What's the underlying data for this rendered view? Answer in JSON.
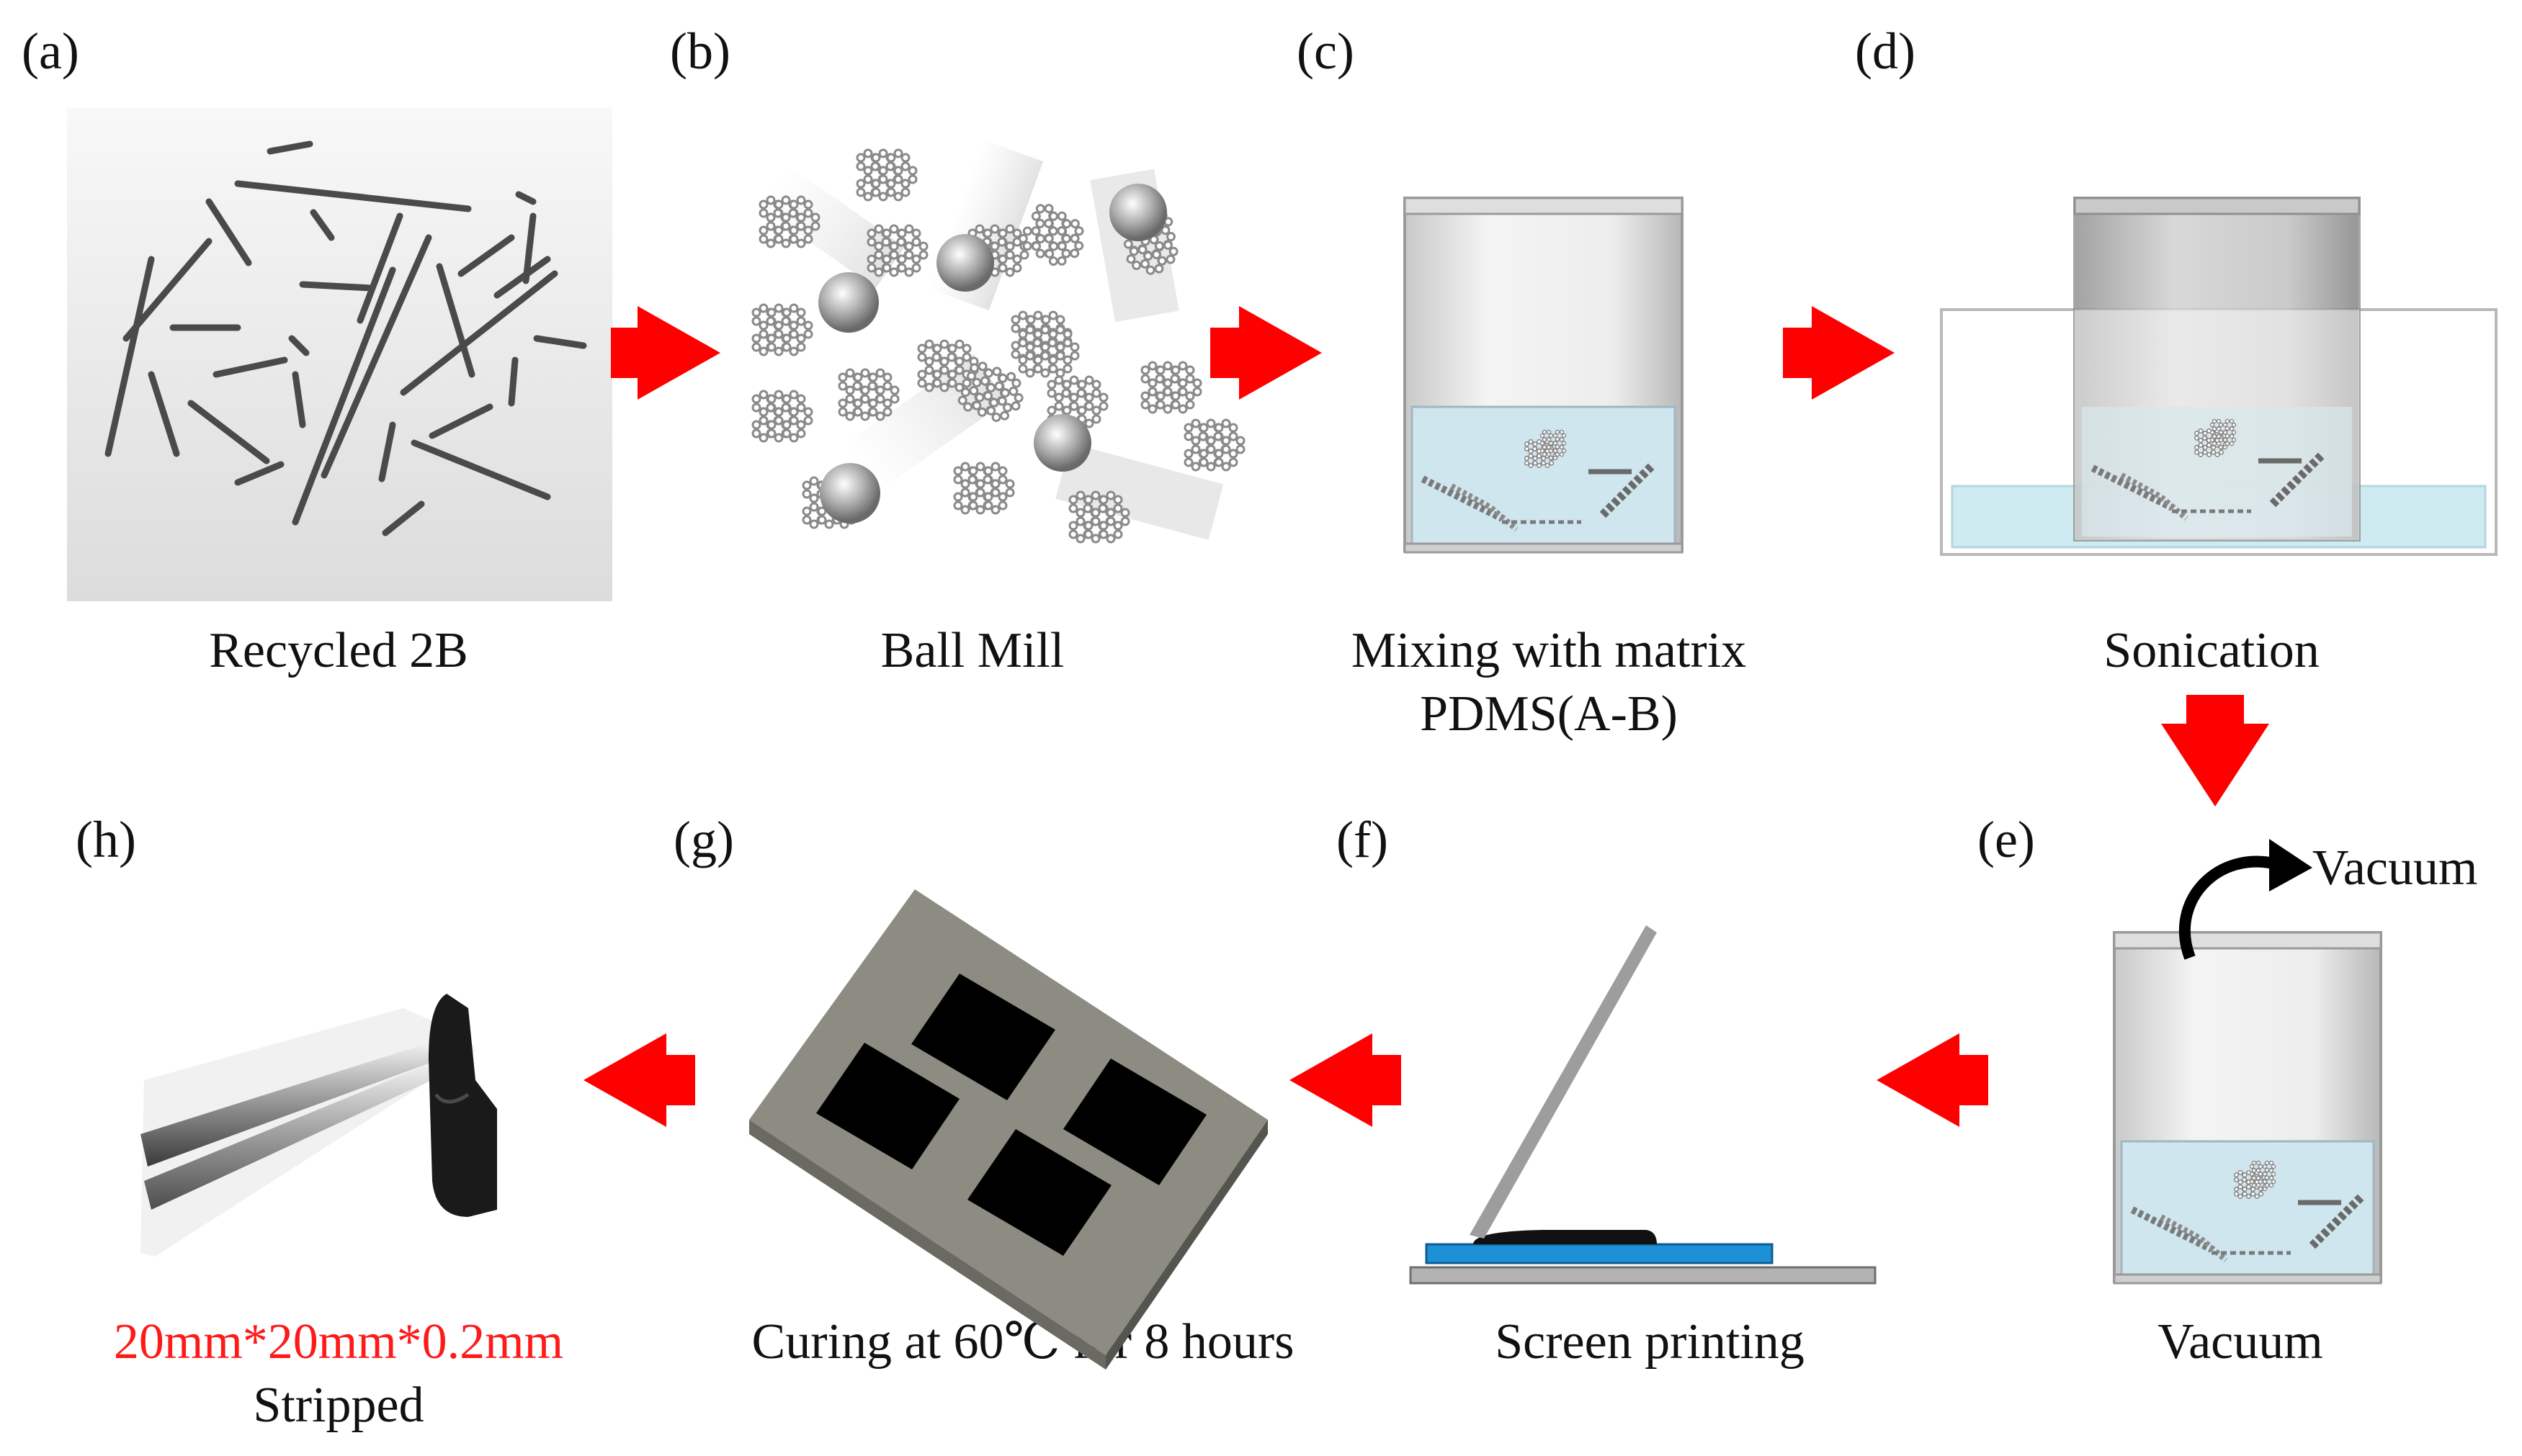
{
  "steps": {
    "a": {
      "label": "(a)",
      "caption": "Recycled 2B"
    },
    "b": {
      "label": "(b)",
      "caption": "Ball Mill"
    },
    "c": {
      "label": "(c)",
      "caption_line1": "Mixing with matrix",
      "caption_line2": "PDMS(A-B)"
    },
    "d": {
      "label": "(d)",
      "caption": "Sonication"
    },
    "e": {
      "label": "(e)",
      "caption": "Vacuum",
      "annotation": "Vacuum"
    },
    "f": {
      "label": "(f)",
      "caption": "Screen printing"
    },
    "g": {
      "label": "(g)",
      "caption": "Curing at 60℃ for 8 hours"
    },
    "h": {
      "label": "(h)",
      "caption_dims": "20mm*20mm*0.2mm",
      "caption_line2": "Stripped"
    }
  },
  "colors": {
    "arrow": "#ff0000",
    "dims_text": "#ff1a1a",
    "liquid": "#cfe6ee",
    "substrate": "#1e90d6"
  }
}
